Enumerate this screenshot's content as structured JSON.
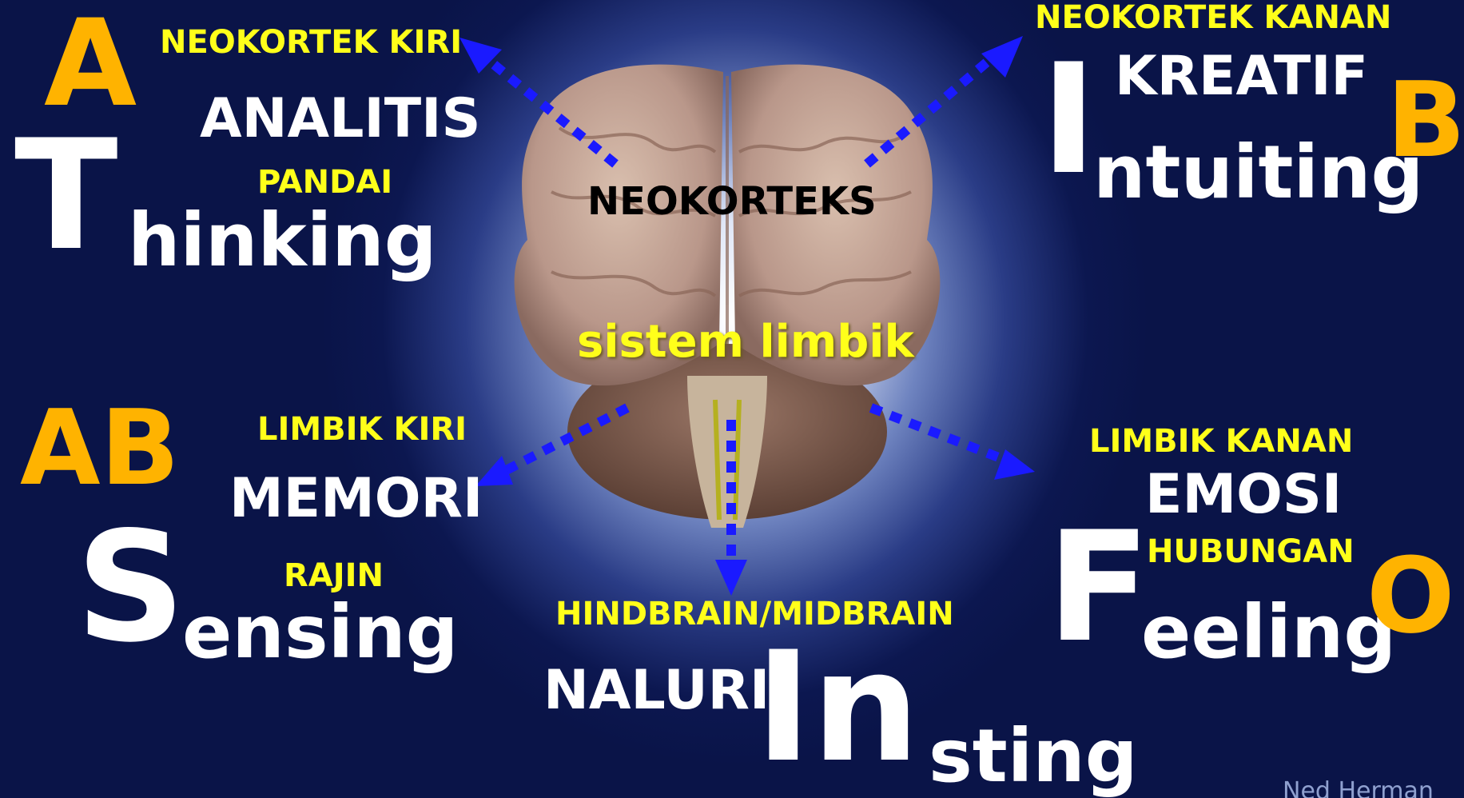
{
  "colors": {
    "background": "#0b1547",
    "yellow": "#ffff1a",
    "orange": "#ffb300",
    "white": "#ffffff",
    "arrow": "#1a1aff"
  },
  "quadrants": {
    "top_left": {
      "letter": "A",
      "region": "NEOKORTEK KIRI",
      "trait": "ANALITIS",
      "subtrait": "PANDAI",
      "big_initial": "T",
      "word_rest": "hinking"
    },
    "top_right": {
      "letter": "B",
      "region": "NEOKORTEK KANAN",
      "trait": "KREATIF",
      "big_initial": "I",
      "word_rest": "ntuiting"
    },
    "bottom_left": {
      "letter": "AB",
      "region": "LIMBIK KIRI",
      "trait": "MEMORI",
      "subtrait": "RAJIN",
      "big_initial": "S",
      "word_rest": "ensing"
    },
    "bottom_right": {
      "letter": "O",
      "region": "LIMBIK KANAN",
      "trait": "EMOSI",
      "subtrait": "HUBUNGAN",
      "big_initial": "F",
      "word_rest": "eeling"
    },
    "bottom_center": {
      "region": "HINDBRAIN/MIDBRAIN",
      "trait": "NALURI",
      "big_initial": "In",
      "word_rest": "sting"
    }
  },
  "center": {
    "neocortex_label": "NEOKORTEKS",
    "limbic_label": "sistem limbik"
  },
  "credit": "Ned Herman"
}
